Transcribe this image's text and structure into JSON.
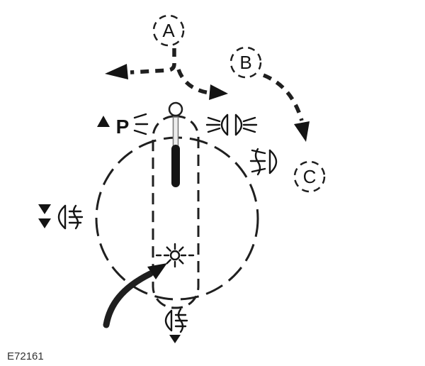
{
  "diagram": {
    "title": "lighting-control-knob-diagram",
    "code": "E72161",
    "positions": {
      "a": {
        "label": "A"
      },
      "b": {
        "label": "B"
      },
      "c": {
        "label": "C"
      }
    },
    "parking_letter": "P",
    "icons": {
      "parking_lights": "parking-lights-icon",
      "position_lamps": "position-lamps-icon",
      "front_fog": "front-fog-lamp-icon",
      "rear_fog_left": "rear-fog-lamp-icon",
      "rear_fog_bottom": "rear-fog-lamp-icon",
      "panel_light": "panel-light-bulb-icon",
      "pointer": "pointer-arrow-icon",
      "rotate_left": "rotate-left-arrow-icon",
      "rotate_right": "rotate-right-arrow-icon"
    },
    "colors": {
      "knob_fill": "#d4d4d4",
      "line": "#1f1f1f",
      "background": "#ffffff"
    }
  }
}
